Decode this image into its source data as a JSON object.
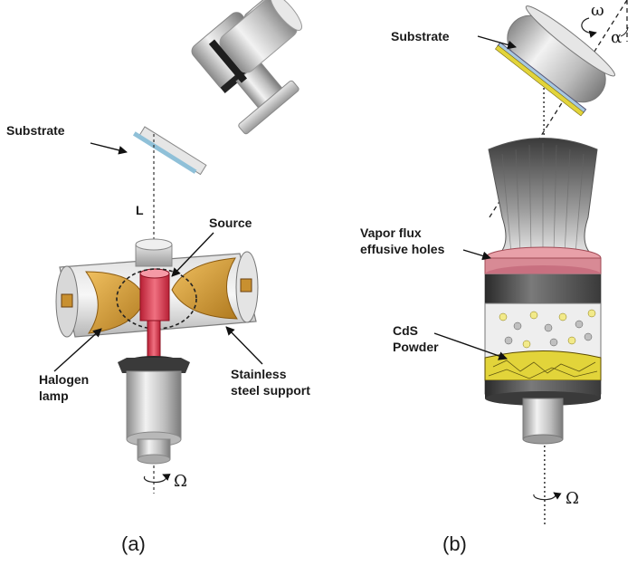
{
  "panel_a": {
    "substrate": "Substrate",
    "length": "L",
    "source": "Source",
    "halogen_1": "Halogen",
    "halogen_2": "lamp",
    "stainless_1": "Stainless",
    "stainless_2": "steel support",
    "rotation": "Ω",
    "caption": "(a)"
  },
  "panel_b": {
    "substrate": "Substrate",
    "omega": "ω",
    "alpha": "α",
    "vapor_1": "Vapor flux",
    "vapor_2": "effusive holes",
    "cds_1": "CdS",
    "cds_2": "Powder",
    "rotation": "Ω",
    "caption": "(b)"
  },
  "colors": {
    "metal": "#c8c8c8",
    "lamp_reflector": "#d9a441",
    "source_red": "#e0475a",
    "heater_pink": "#e8a0a8",
    "powder_yellow": "#e2d43a",
    "substrate_blue": "#a8c8e0"
  }
}
